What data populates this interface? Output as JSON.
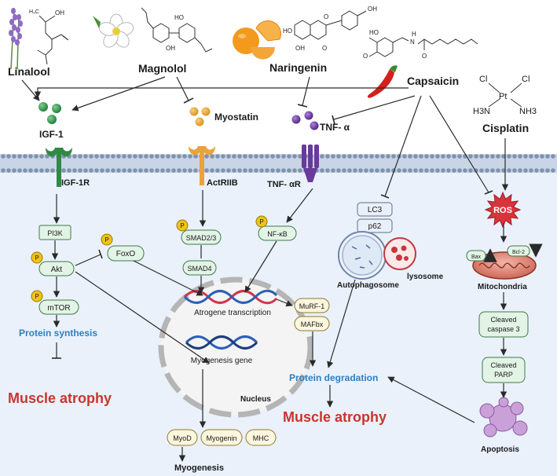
{
  "compounds": {
    "linalool": "Linalool",
    "magnolol": "Magnolol",
    "naringenin": "Naringenin",
    "capsaicin": "Capsaicin",
    "cisplatin": "Cisplatin"
  },
  "chem": {
    "linalool_oh": "OH",
    "magnolol_ho": "HO",
    "magnolol_oh": "OH",
    "nar_oh_right": "OH",
    "nar_ho": "HO",
    "nar_o_ring": "O",
    "nar_oh_bottom": "OH",
    "nar_o_bottom": "O",
    "cap_ho": "HO",
    "cap_o_left": "O",
    "cap_h": "H",
    "cap_n": "N",
    "cap_o_bottom": "O",
    "cis_cl_left": "Cl",
    "cis_cl_right": "Cl",
    "cis_pt": "Pt",
    "cis_h3n": "H3N",
    "cis_nh3": "NH3"
  },
  "ligands": {
    "igf1": "IGF-1",
    "myostatin": "Myostatin",
    "tnfa": "TNF- α"
  },
  "receptors": {
    "igf1r": "IGF-1R",
    "actriib": "ActRIIB",
    "tnfar": "TNF- αR"
  },
  "nodes": {
    "pi3k": "PI3K",
    "akt": "Akt",
    "mtor": "mTOR",
    "foxo": "FoxO",
    "smad23": "SMAD2/3",
    "smad4": "SMAD4",
    "nfkb": "NF-κB",
    "lc3": "LC3",
    "p62": "p62",
    "murf1": "MuRF-1",
    "mafbx": "MAFbx",
    "cleaved_casp3_l1": "Cleaved",
    "cleaved_casp3_l2": "caspase 3",
    "cleaved_parp_l1": "Cleaved",
    "cleaved_parp_l2": "PARP",
    "myod": "MyoD",
    "myogenin": "Myogenin",
    "mhc": "MHC",
    "phospho": "P",
    "ros": "ROS",
    "bax": "Bax",
    "bcl2": "Bcl-2"
  },
  "labels": {
    "autophagosome": "Autophagosome",
    "lysosome": "lysosome",
    "mitochondria": "Mitochondria",
    "atrogene": "Atrogene transcription",
    "myogenesis_gene": "Myogenesis gene",
    "nucleus": "Nucleus",
    "protein_synthesis": "Protein synthesis",
    "protein_degradation": "Protein degradation",
    "muscle_atrophy_left": "Muscle atrophy",
    "muscle_atrophy_center": "Muscle atrophy",
    "apoptosis": "Apoptosis",
    "myogenesis": "Myogenesis"
  },
  "colors": {
    "cell_bg": "#eaf1fb",
    "membrane": "#7f93ad",
    "box_green_fill": "#e3f4e6",
    "box_green_stroke": "#3d7a48",
    "box_tan_fill": "#fbf6dd",
    "box_tan_stroke": "#8c7b33",
    "box_blue_fill": "#e9f0fa",
    "box_blue_stroke": "#5b6f8a",
    "phospho": "#f1c21b",
    "igf_green": "#2f8a46",
    "myostatin_orange": "#e9a33a",
    "tnf_purple": "#6a3a9a",
    "ros_red": "#d8343c",
    "accent_blue": "#2e7fc1",
    "atrophy_red": "#c8352e"
  }
}
